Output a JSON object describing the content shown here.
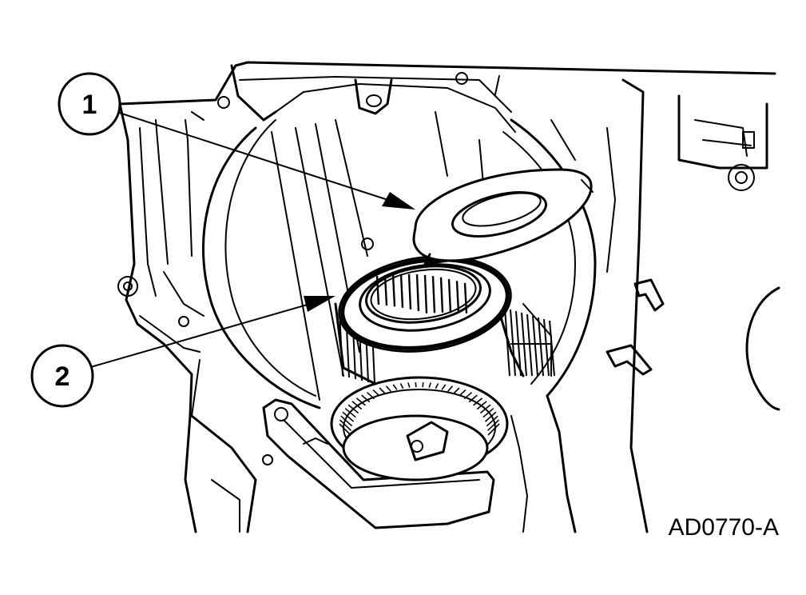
{
  "callouts": [
    {
      "id": "callout-1",
      "label": "1"
    },
    {
      "id": "callout-2",
      "label": "2"
    }
  ],
  "figure_id": "AD0770-A",
  "colors": {
    "ink": "#000000",
    "background": "#ffffff"
  }
}
